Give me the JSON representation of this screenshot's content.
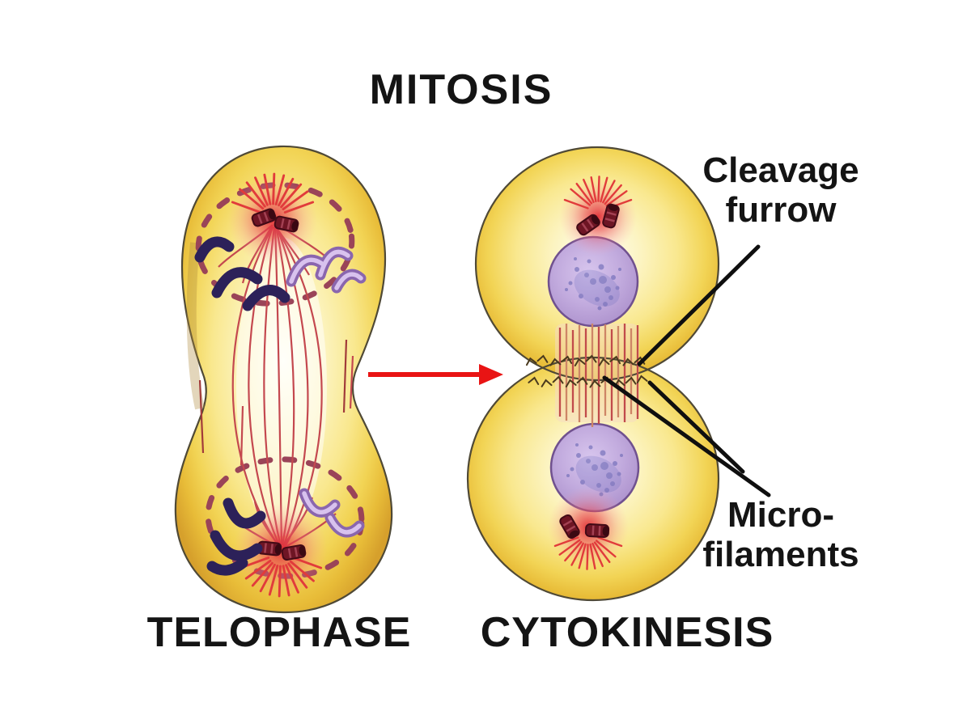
{
  "title": "MITOSIS",
  "stages": {
    "left": "TELOPHASE",
    "right": "CYTOKINESIS"
  },
  "annotations": {
    "cleavage_furrow": {
      "line1": "Cleavage",
      "line2": "furrow"
    },
    "microfilaments": {
      "line1": "Micro-",
      "line2": "filaments"
    }
  },
  "arrow": {
    "direction": "right",
    "color": "#E91414"
  },
  "palette": {
    "background": "#FFFFFF",
    "label_text": "#141414",
    "pointer_line": "#0F0F0F",
    "cell_yellow_edge": "#D6A02C",
    "cell_yellow_light": "#FCF4C2",
    "nucleus_lavender": "#C2ABDE",
    "nucleus_outline": "#70518F",
    "chromosome_dark": "#2C2159",
    "chromosome_light": "#9878C0",
    "spindle_red": "#C4484F",
    "aster_red": "#E13B3B",
    "centriole_maroon": "#6E1524",
    "envelope_dash": "#9A4458"
  }
}
